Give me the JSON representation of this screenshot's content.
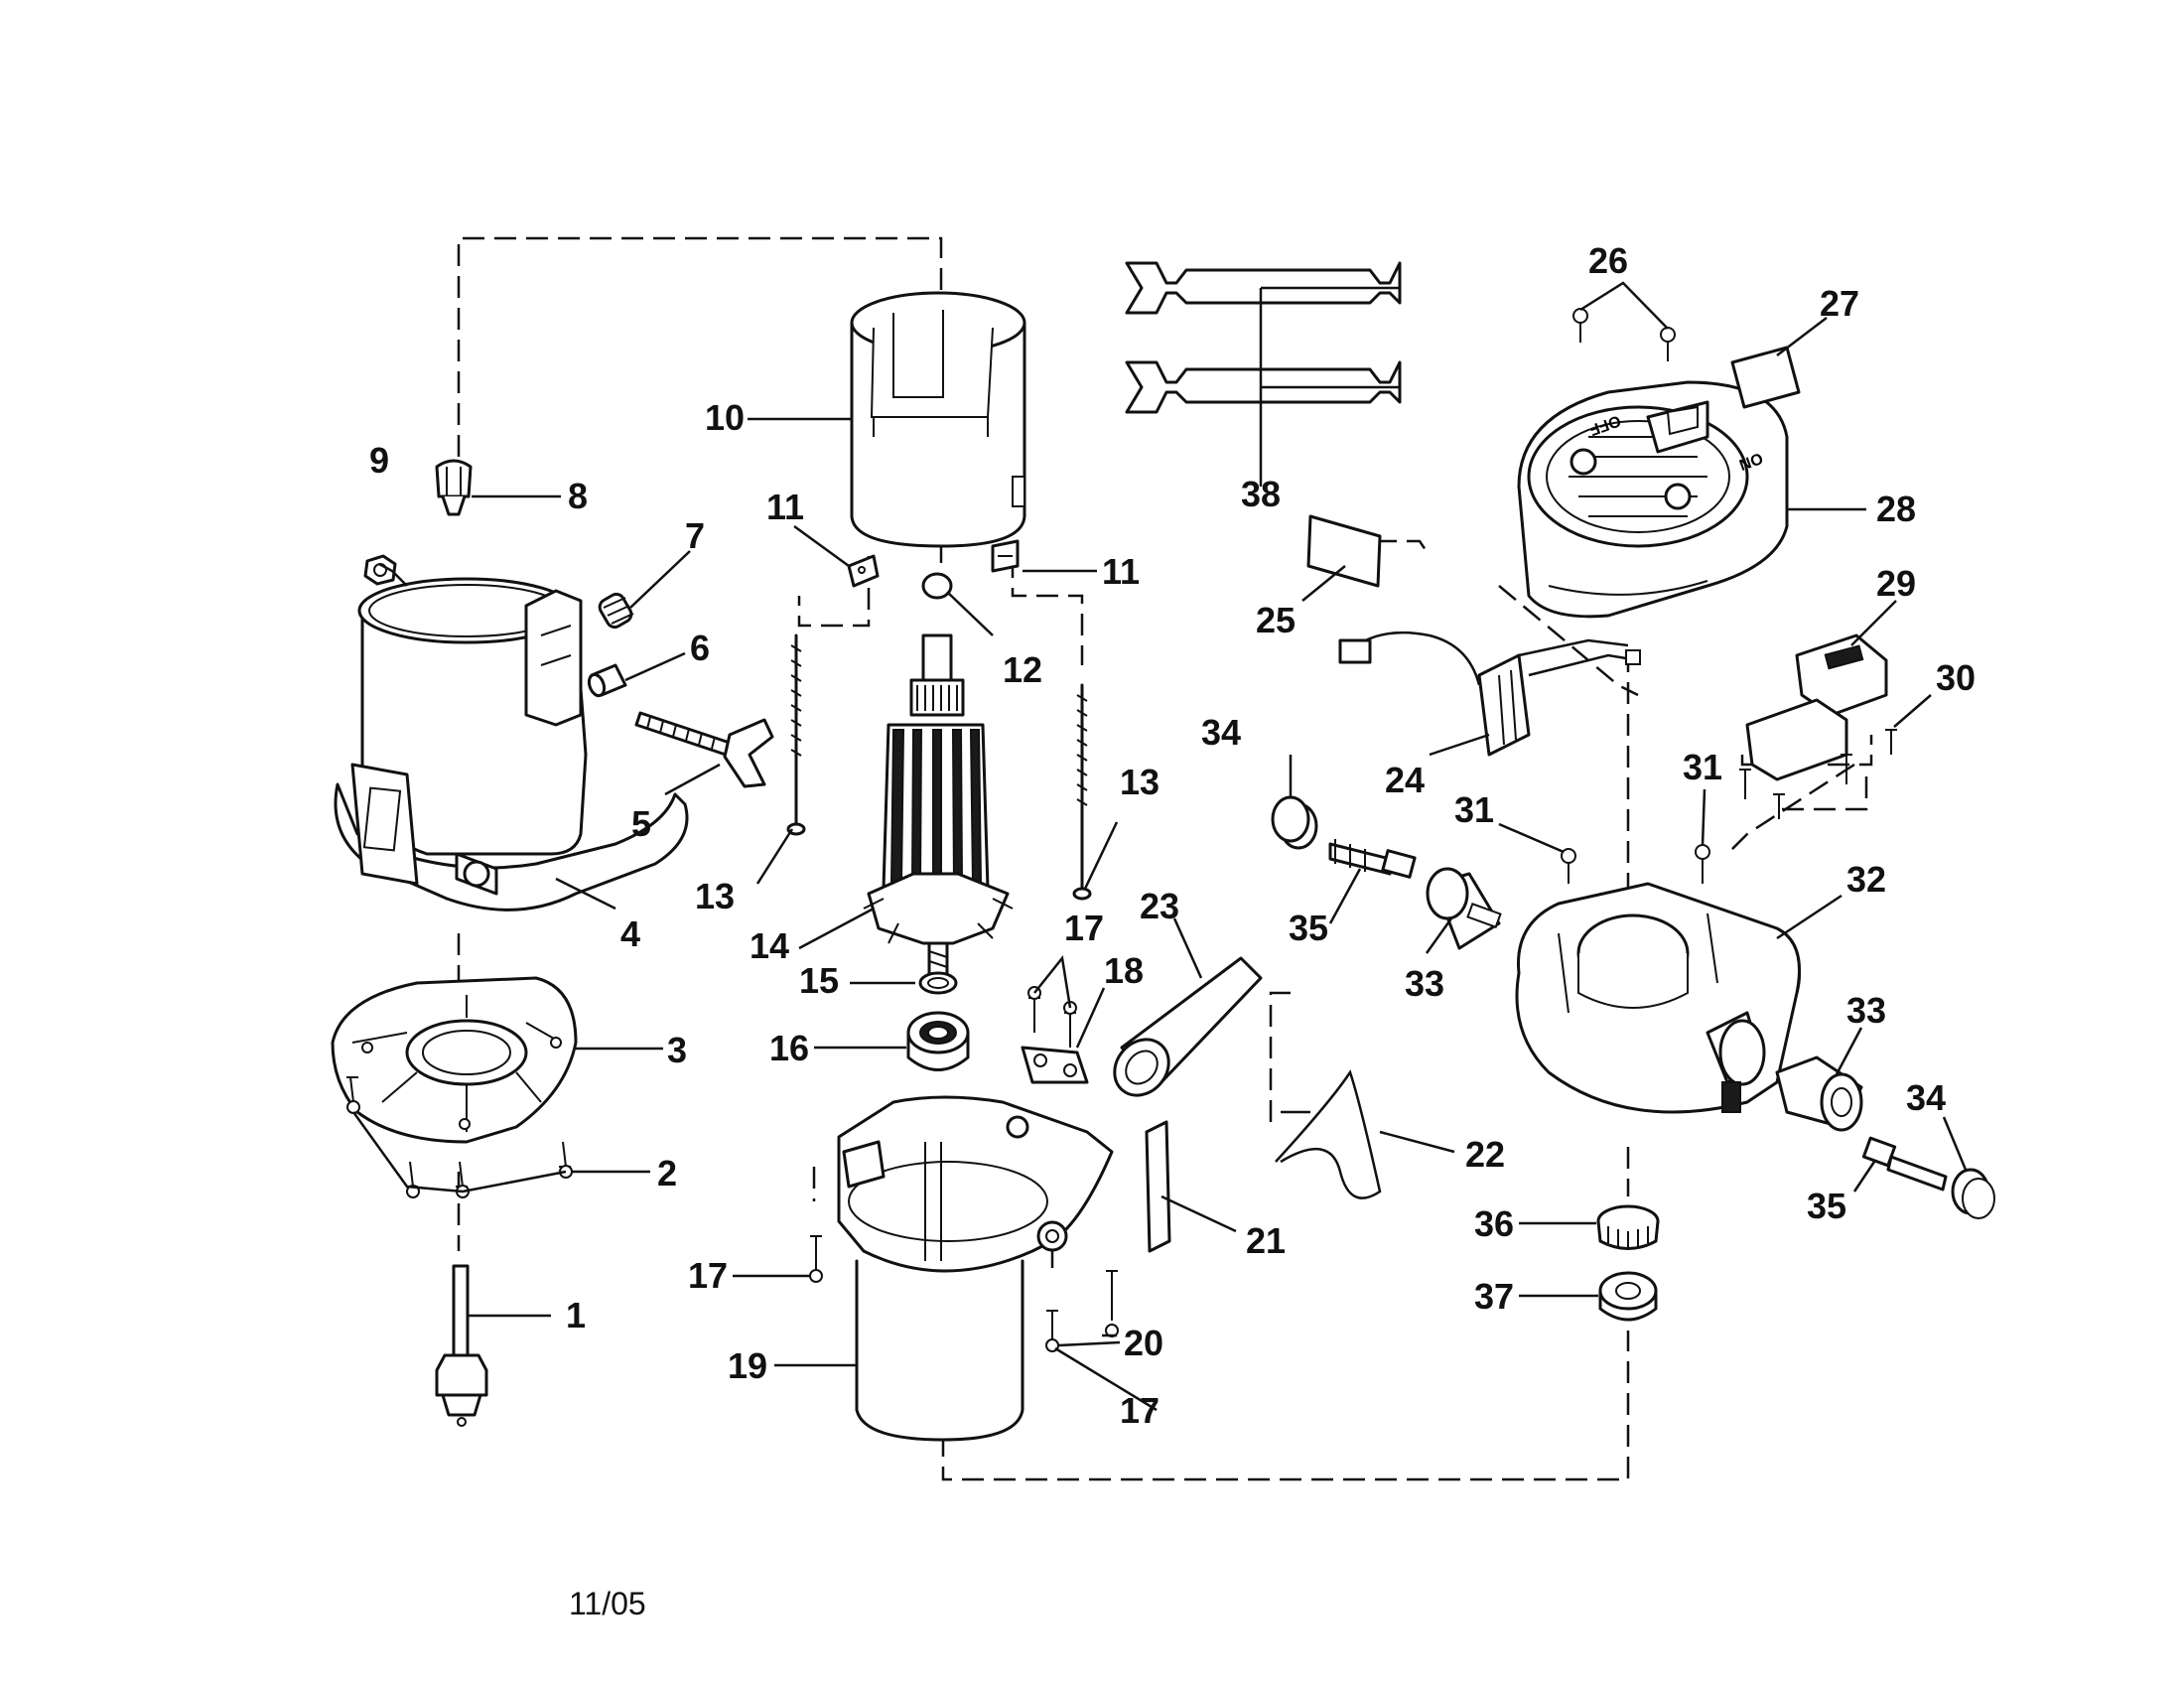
{
  "callouts": {
    "p1": "1",
    "p2": "2",
    "p3": "3",
    "p4": "4",
    "p5": "5",
    "p6": "6",
    "p7": "7",
    "p8": "8",
    "p9": "9",
    "p10": "10",
    "p11a": "11",
    "p11b": "11",
    "p12": "12",
    "p13a": "13",
    "p13b": "13",
    "p14": "14",
    "p15": "15",
    "p16": "16",
    "p17a": "17",
    "p17b": "17",
    "p17c": "17",
    "p18": "18",
    "p19": "19",
    "p20": "20",
    "p21": "21",
    "p22": "22",
    "p23": "23",
    "p24": "24",
    "p25": "25",
    "p26": "26",
    "p27": "27",
    "p28": "28",
    "p29": "29",
    "p30": "30",
    "p31a": "31",
    "p31b": "31",
    "p32": "32",
    "p33a": "33",
    "p33b": "33",
    "p34a": "34",
    "p34b": "34",
    "p35a": "35",
    "p35b": "35",
    "p36": "36",
    "p37": "37",
    "p38": "38"
  },
  "switch_labels": {
    "off": "OFF",
    "on": "ON"
  },
  "footer": {
    "date": "11/05"
  },
  "style": {
    "ink": "#111111",
    "paper": "#ffffff"
  }
}
